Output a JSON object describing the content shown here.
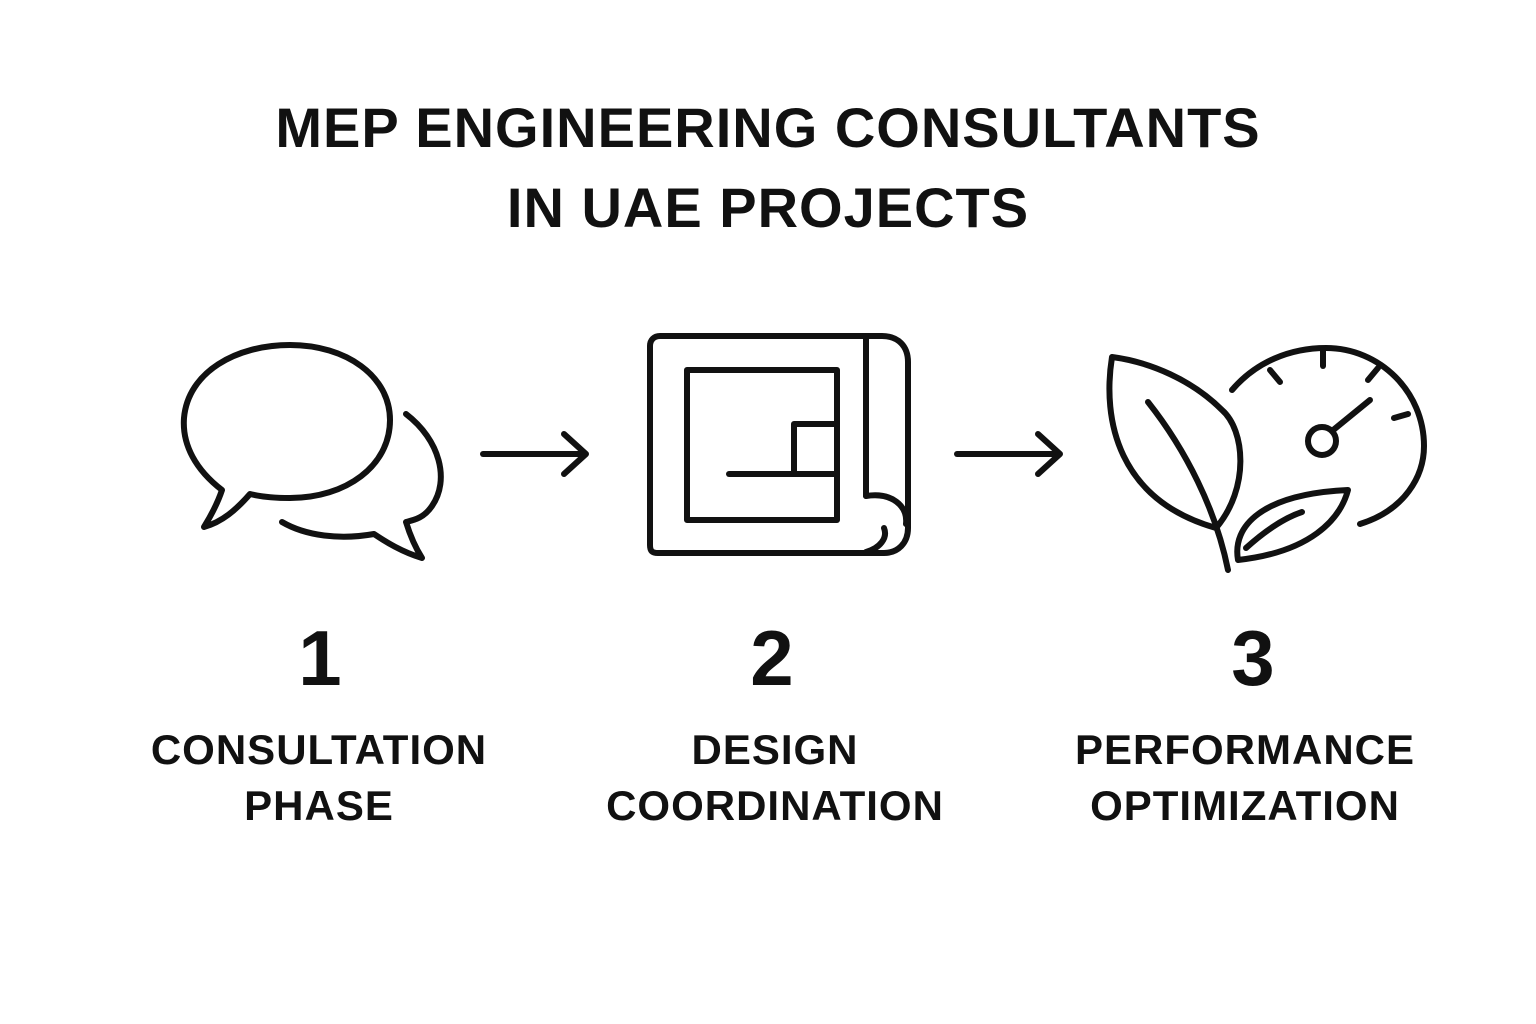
{
  "title": {
    "line1": "MEP ENGINEERING CONSULTANTS",
    "line2": "IN UAE PROJECTS"
  },
  "steps": [
    {
      "number": "1",
      "label_line1": "CONSULTATION",
      "label_line2": "PHASE",
      "icon": "speech-bubbles-icon"
    },
    {
      "number": "2",
      "label_line1": "DESIGN",
      "label_line2": "COORDINATION",
      "icon": "blueprint-icon"
    },
    {
      "number": "3",
      "label_line1": "PERFORMANCE",
      "label_line2": "OPTIMIZATION",
      "icon": "leaf-gauge-icon"
    }
  ],
  "colors": {
    "ink": "#111111",
    "background": "#ffffff"
  }
}
